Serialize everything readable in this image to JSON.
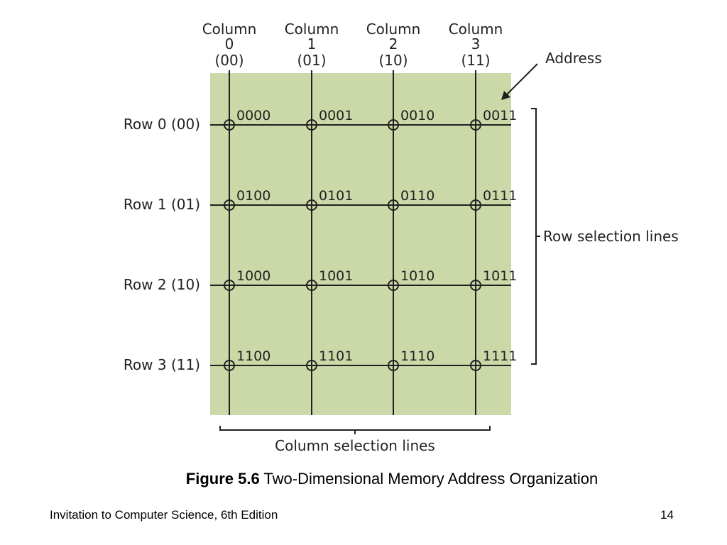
{
  "diagram": {
    "columns": [
      {
        "line1": "Column",
        "line2": "0",
        "line3": "(00)"
      },
      {
        "line1": "Column",
        "line2": "1",
        "line3": "(01)"
      },
      {
        "line1": "Column",
        "line2": "2",
        "line3": "(10)"
      },
      {
        "line1": "Column",
        "line2": "3",
        "line3": "(11)"
      }
    ],
    "rows": [
      "Row 0 (00)",
      "Row 1 (01)",
      "Row 2 (10)",
      "Row 3 (11)"
    ],
    "cells": [
      [
        "0000",
        "0001",
        "0010",
        "0011"
      ],
      [
        "0100",
        "0101",
        "0110",
        "0111"
      ],
      [
        "1000",
        "1001",
        "1010",
        "1011"
      ],
      [
        "1100",
        "1101",
        "1110",
        "1111"
      ]
    ],
    "address_label": "Address",
    "row_selection_label": "Row selection lines",
    "column_selection_label": "Column selection lines",
    "grid_fill": "#cbd9a9",
    "line_color": "#231f20"
  },
  "caption": {
    "figure_label": "Figure 5.6",
    "text": " Two-Dimensional Memory Address Organization"
  },
  "footer": {
    "book": "Invitation to Computer Science, 6th Edition",
    "page": "14"
  }
}
